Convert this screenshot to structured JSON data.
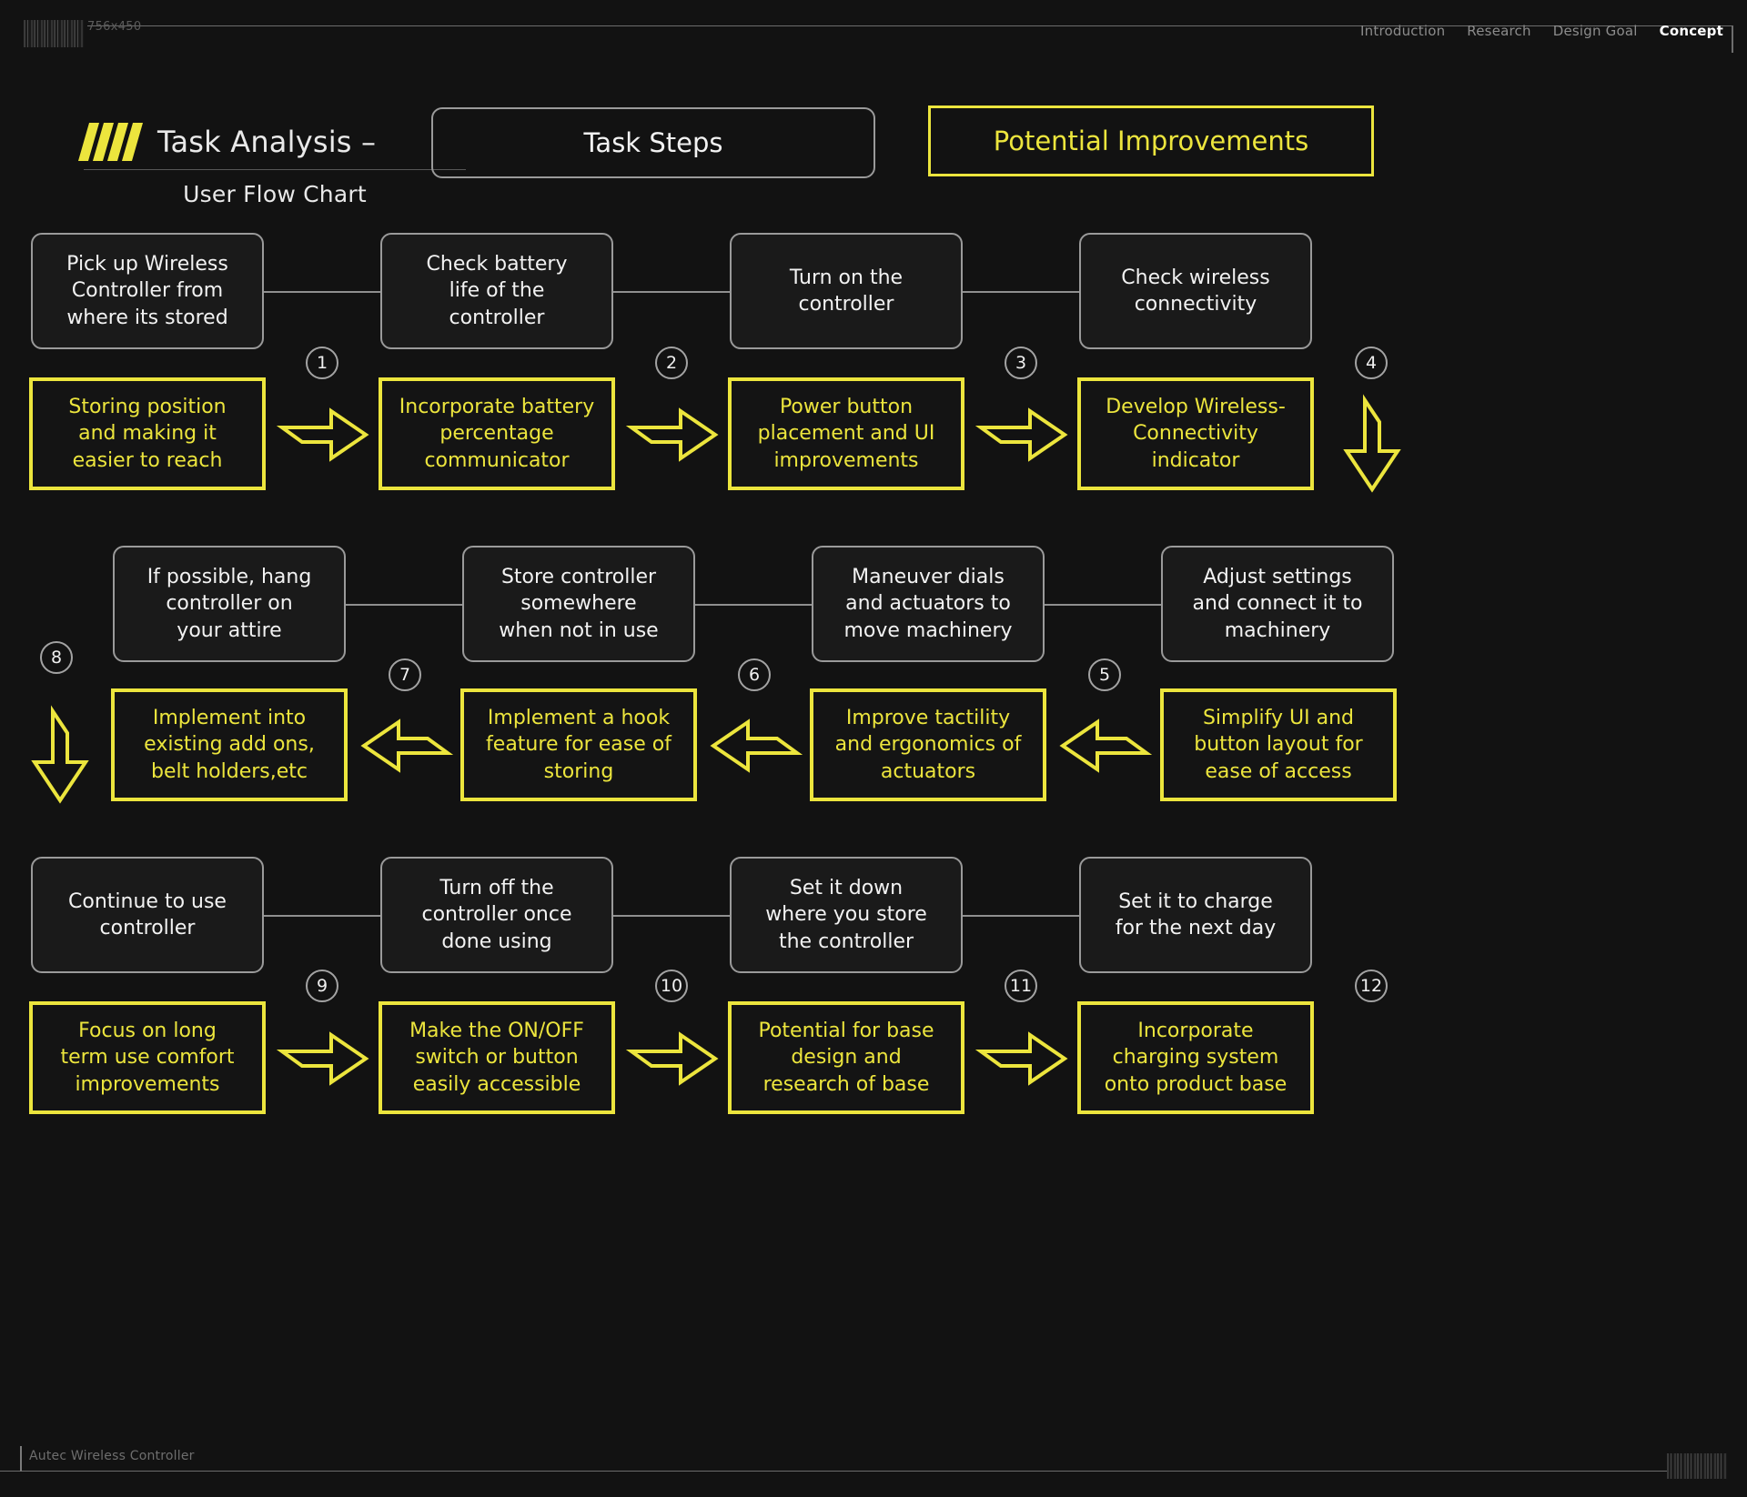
{
  "topbar": {
    "dimensions_label": "756x450",
    "nav_items": [
      {
        "label": "Introduction",
        "active": false
      },
      {
        "label": "Research",
        "active": false
      },
      {
        "label": "Design Goal",
        "active": false
      },
      {
        "label": "Concept",
        "active": true
      }
    ]
  },
  "heading": {
    "title": "Task Analysis –",
    "subtitle": "User Flow Chart"
  },
  "legend": {
    "task_steps": "Task Steps",
    "potential_improvements": "Potential Improvements"
  },
  "colors": {
    "accent_yellow": "#ece53d",
    "background": "#121212",
    "step_border": "#9a9a9a",
    "text_light": "#f2f2f2"
  },
  "flow": {
    "rows": [
      {
        "direction": "right",
        "steps": [
          "Pick up Wireless\nController from\nwhere its stored",
          "Check battery\nlife of the\ncontroller",
          "Turn on the\ncontroller",
          "Check wireless\nconnectivity"
        ],
        "improvements": [
          "Storing position\nand making it\neasier to reach",
          "Incorporate battery\npercentage\ncommunicator",
          "Power button\nplacement and UI\nimprovements",
          "Develop Wireless-\nConnectivity\nindicator"
        ],
        "numbers": [
          "1",
          "2",
          "3",
          "4"
        ]
      },
      {
        "direction": "left",
        "steps": [
          "If possible, hang\ncontroller on\nyour attire",
          "Store controller\nsomewhere\nwhen not in use",
          "Maneuver dials\nand actuators to\nmove machinery",
          "Adjust settings\nand connect it to\nmachinery"
        ],
        "improvements": [
          "Implement into\nexisting add ons,\nbelt holders,etc",
          "Implement a hook\nfeature for ease of\nstoring",
          "Improve tactility\nand ergonomics of\nactuators",
          "Simplify UI and\nbutton layout for\nease of access"
        ],
        "numbers": [
          "8",
          "7",
          "6",
          "5"
        ]
      },
      {
        "direction": "right",
        "steps": [
          "Continue to use\ncontroller",
          "Turn off the\ncontroller once\ndone using",
          "Set it down\nwhere you store\nthe controller",
          "Set it to charge\nfor the next day"
        ],
        "improvements": [
          "Focus on long\nterm use comfort\nimprovements",
          "Make the ON/OFF\nswitch or button\neasily accessible",
          "Potential for base\ndesign and\nresearch of base",
          "Incorporate\ncharging system\nonto product base"
        ],
        "numbers": [
          "9",
          "10",
          "11",
          "12"
        ]
      }
    ]
  },
  "footer": {
    "label": "Autec Wireless Controller"
  }
}
